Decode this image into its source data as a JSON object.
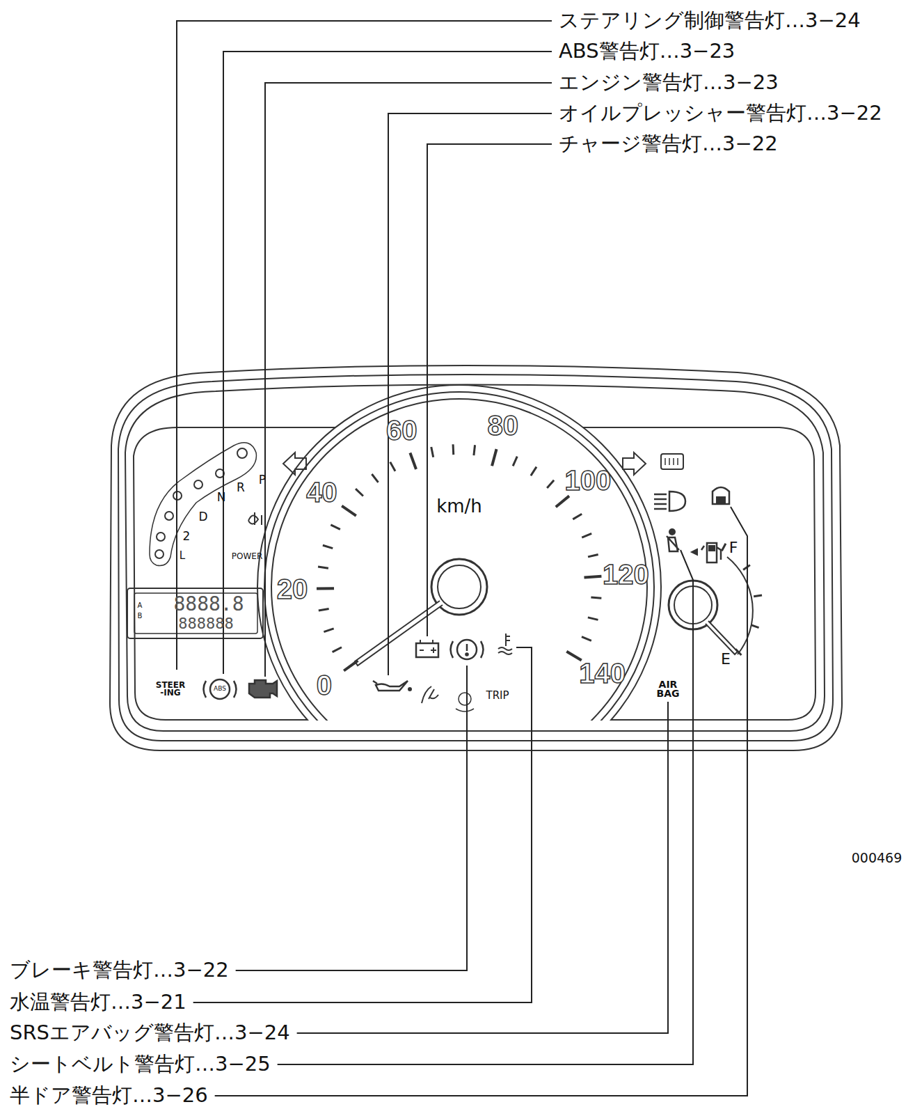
{
  "diagram": {
    "labels": [
      "ステアリング制御警告灯…3−24",
      "ABS警告灯…3−23",
      "エンジン警告灯…3−23",
      "オイルプレッシャー警告灯…3−22",
      "チャージ警告灯…3−22",
      "ブレーキ警告灯…3−22",
      "水温警告灯…3−21",
      "SRSエアバッグ警告灯…3−24",
      "シートベルト警告灯…3−25",
      "半ドア警告灯…3−26",
      "000469",
      "0",
      "20",
      "40",
      "60",
      "80",
      "100",
      "120",
      "140",
      "km/h",
      "P",
      "R",
      "N",
      "D",
      "2",
      "L",
      "POWER",
      "A",
      "B",
      "8888.8",
      "888888",
      "STEER -ING",
      "ABS",
      "TRIP",
      "AIR BAG",
      "F",
      "E"
    ]
  }
}
